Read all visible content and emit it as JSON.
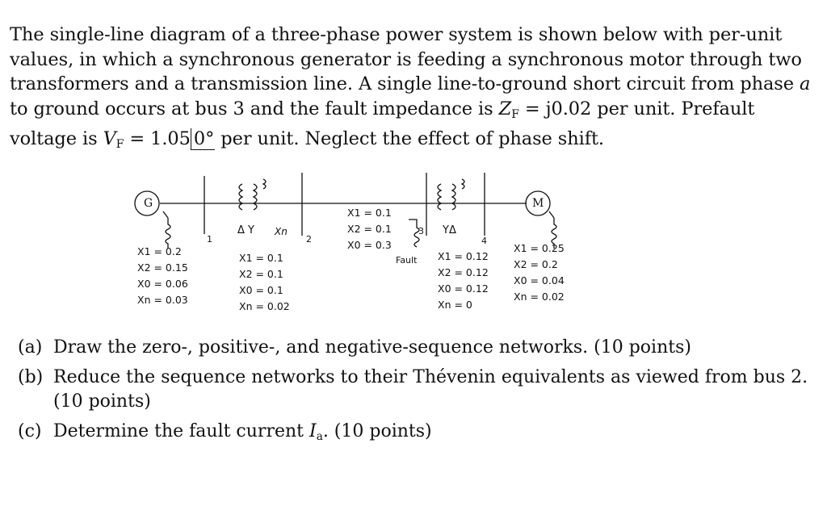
{
  "problem": {
    "intro_part1": "The single-line diagram of a three-phase power system is shown below with per-unit values, in which a synchronous generator is feeding a synchronous motor through two transformers and a transmission line. A single line-to-ground short circuit from phase ",
    "phase_symbol": "a",
    "intro_part2": " to ground occurs at bus 3 and the fault impedance is ",
    "zf_symbol": "Z",
    "zf_sub": "F",
    "zf_value": " = j0.02 per unit. Prefault voltage is ",
    "vf_symbol": "V",
    "vf_sub": "F",
    "vf_eq": " = 1.05",
    "vf_angle": "0°",
    "intro_end": " per unit. Neglect the effect of phase shift."
  },
  "diagram": {
    "generator_label": "G",
    "motor_label": "M",
    "bus_labels": [
      "1",
      "2",
      "3",
      "4"
    ],
    "fault_label": "Fault",
    "t1_connection": "Δ Y",
    "t1_xn": "Xn",
    "t2_connection": "YΔ",
    "generator": [
      "X1 = 0.2",
      "X2 = 0.15",
      "X0 = 0.06",
      "Xn = 0.03"
    ],
    "transformer1": [
      "X1 = 0.1",
      "X2 = 0.1",
      "X0 = 0.1",
      "Xn = 0.02"
    ],
    "line": [
      "X1 = 0.1",
      "X2 = 0.1",
      "X0 = 0.3"
    ],
    "transformer2": [
      "X1 = 0.12",
      "X2 = 0.12",
      "X0 = 0.12",
      "Xn = 0"
    ],
    "motor": [
      "X1 = 0.25",
      "X2 = 0.2",
      "X0 = 0.04",
      "Xn = 0.02"
    ]
  },
  "questions": [
    {
      "num": "(a)",
      "text": "Draw the zero-, positive-, and negative-sequence networks. (10 points)"
    },
    {
      "num": "(b)",
      "text": "Reduce the sequence networks to their Thévenin equivalents as viewed from bus 2. (10 points)"
    },
    {
      "num": "(c)",
      "text": "Determine the fault current ",
      "sym": "I",
      "sub": "a",
      "tail": ". (10 points)"
    }
  ]
}
